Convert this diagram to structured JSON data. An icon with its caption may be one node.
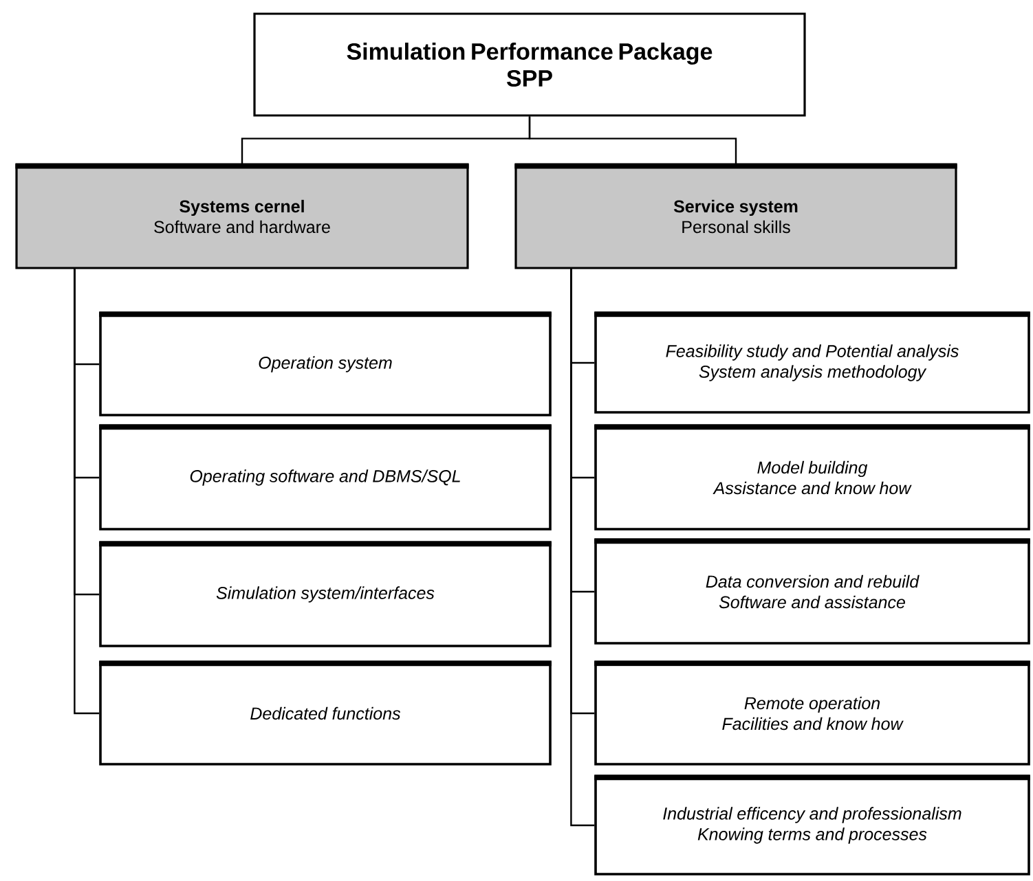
{
  "diagram": {
    "nodes": [
      {
        "text": [
          "Simulation Performance Package",
          "SPP"
        ]
      },
      {
        "text": [
          "Systems cernel",
          "Software and hardware"
        ]
      },
      {
        "text": [
          "Service system",
          "Personal skills"
        ]
      },
      {
        "text": [
          "Operation system"
        ]
      },
      {
        "text": [
          "Operating software and DBMS/SQL"
        ]
      },
      {
        "text": [
          "Simulation system/interfaces"
        ]
      },
      {
        "text": [
          "Dedicated functions"
        ]
      },
      {
        "text": [
          "Feasibility study and Potential analysis",
          "System analysis methodology"
        ]
      },
      {
        "text": [
          "Model building",
          "Assistance and know how"
        ]
      },
      {
        "text": [
          "Data conversion and rebuild",
          "Software and assistance"
        ]
      },
      {
        "text": [
          "Remote operation",
          "Facilities and know how"
        ]
      },
      {
        "text": [
          "Industrial efficency and professionalism",
          "Knowing terms and processes"
        ]
      }
    ],
    "edges": [
      {
        "from": 0,
        "to": 1,
        "arrow": "none"
      },
      {
        "from": 0,
        "to": 2,
        "arrow": "none"
      },
      {
        "from": 1,
        "to": 3,
        "arrow": "none"
      },
      {
        "from": 1,
        "to": 4,
        "arrow": "none"
      },
      {
        "from": 1,
        "to": 5,
        "arrow": "none"
      },
      {
        "from": 1,
        "to": 6,
        "arrow": "none"
      },
      {
        "from": 2,
        "to": 7,
        "arrow": "none"
      },
      {
        "from": 2,
        "to": 8,
        "arrow": "none"
      },
      {
        "from": 2,
        "to": 9,
        "arrow": "none"
      },
      {
        "from": 2,
        "to": 10,
        "arrow": "none"
      },
      {
        "from": 2,
        "to": 11,
        "arrow": "none"
      }
    ]
  }
}
